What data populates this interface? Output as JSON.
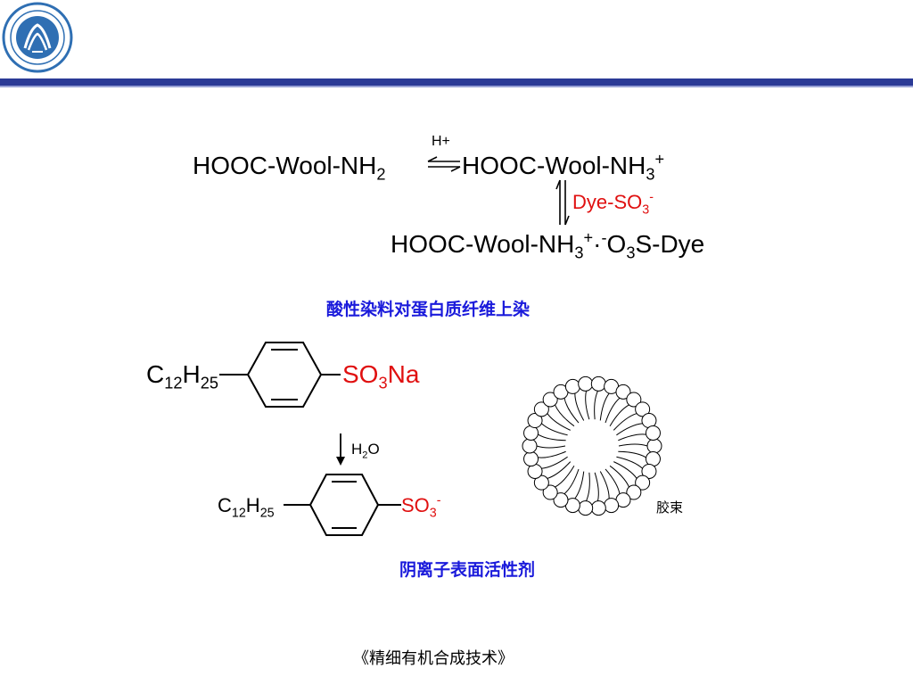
{
  "logo": {
    "icon": "school-emblem-icon",
    "color": "#2f6fb3"
  },
  "header": {
    "rule_color": "#2b3a96"
  },
  "reaction": {
    "row1_left": {
      "main": "HOOC-Wool-NH",
      "sub": "2"
    },
    "catalyst": "H+",
    "row1_right": {
      "main": "HOOC-Wool-NH",
      "sub": "3",
      "sup": "+"
    },
    "reagent": {
      "main": "Dye-SO",
      "sub": "3",
      "sup": "-"
    },
    "row2": {
      "main": "HOOC-Wool-NH",
      "sub": "3",
      "sup": "+",
      "dot": "·",
      "sup2": "-",
      "tail_main": "O",
      "tail_sub": "3",
      "tail_rest": "S-Dye"
    }
  },
  "caption1": "酸性染料对蛋白质纤维上染",
  "surfactant": {
    "top_left": {
      "c": "C",
      "c_sub": "12",
      "h": "H",
      "h_sub": "25"
    },
    "top_right": {
      "main": "SO",
      "sub": "3",
      "rest": "Na"
    },
    "reagent": {
      "main": "H",
      "sub": "2",
      "rest": "O"
    },
    "bottom_left": {
      "c": "C",
      "c_sub": "12",
      "h": "H",
      "h_sub": "25"
    },
    "bottom_right": {
      "main": "SO",
      "sub": "3",
      "sup": "-"
    }
  },
  "micelle_label": "胶束",
  "caption2": "阴离子表面活性剂",
  "footer": "《精细有机合成技术》",
  "colors": {
    "red": "#e01010",
    "blue": "#1a1adb"
  }
}
